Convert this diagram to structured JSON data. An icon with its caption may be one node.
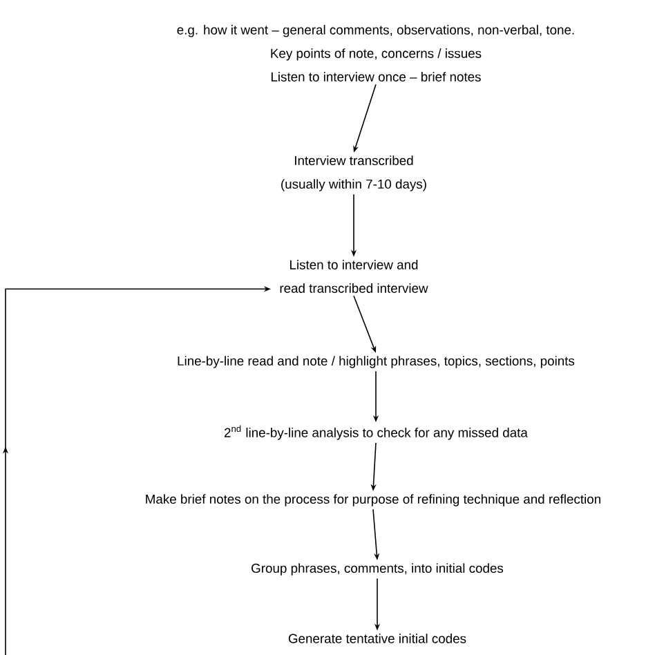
{
  "diagram": {
    "nodes": [
      {
        "text": [
          "e.g. how it went –  general comments, observations, non-verbal, tone.",
          "Key points of note, concerns / issues",
          "Listen to interview once – brief notes"
        ]
      },
      {
        "text": [
          "Interview transcribed",
          "(usually within 7-10 days)"
        ]
      },
      {
        "text": [
          "Listen to interview and",
          "read transcribed interview"
        ]
      },
      {
        "text": [
          "Line-by-line  read and note / highlight phrases, topics, sections, points"
        ]
      },
      {
        "text": [
          "2$^{nd}$ line-by-line analysis to check for any missed data"
        ]
      },
      {
        "text": [
          "Make brief notes on the process for purpose of refining technique and reflection"
        ]
      },
      {
        "text": [
          "Group phrases, comments, into initial codes"
        ]
      },
      {
        "text": [
          "Generate tentative initial codes"
        ]
      }
    ],
    "edges": [
      {
        "from": 0,
        "to": 1,
        "arrow": "to"
      },
      {
        "from": 1,
        "to": 2,
        "arrow": "to"
      },
      {
        "from": 2,
        "to": 3,
        "arrow": "to"
      },
      {
        "from": 3,
        "to": 4,
        "arrow": "to"
      },
      {
        "from": 4,
        "to": 5,
        "arrow": "to"
      },
      {
        "from": 5,
        "to": 6,
        "arrow": "to"
      },
      {
        "from": 6,
        "to": 7,
        "arrow": "to"
      },
      {
        "from": null,
        "to": 2,
        "arrow": "to"
      }
    ]
  }
}
